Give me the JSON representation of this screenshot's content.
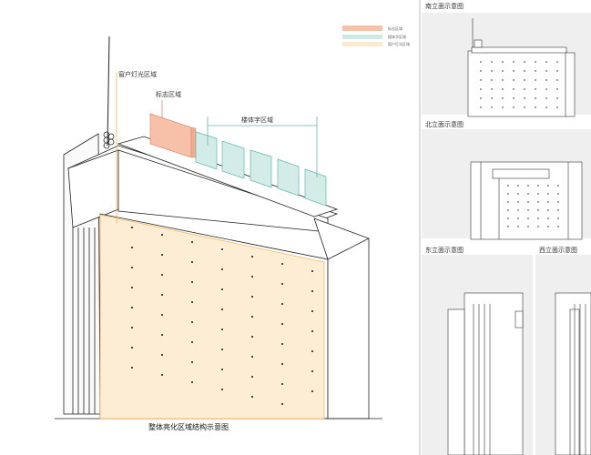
{
  "main_caption": "整体亮化区域结构示意图",
  "callouts": {
    "window": "窗户灯光区域",
    "logo": "标志区域",
    "building_text": "楼体字区域"
  },
  "legend": [
    {
      "label": "标志区域",
      "color": "#f6c1a8"
    },
    {
      "label": "楼体字区域",
      "color": "#cfe8e4"
    },
    {
      "label": "窗户灯光区域",
      "color": "#fde9cd"
    }
  ],
  "elevations": {
    "south": "南立面示意图",
    "north": "北立面示意图",
    "east": "东立面示意图",
    "west": "西立面示意图"
  },
  "colors": {
    "window_fill": "#fdedd4",
    "window_line": "#f0b44a",
    "logo_fill": "#f6c1a8",
    "text_fill": "#d3ece8",
    "text_line": "#5fb8ab",
    "panel_bg": "#efefef"
  }
}
